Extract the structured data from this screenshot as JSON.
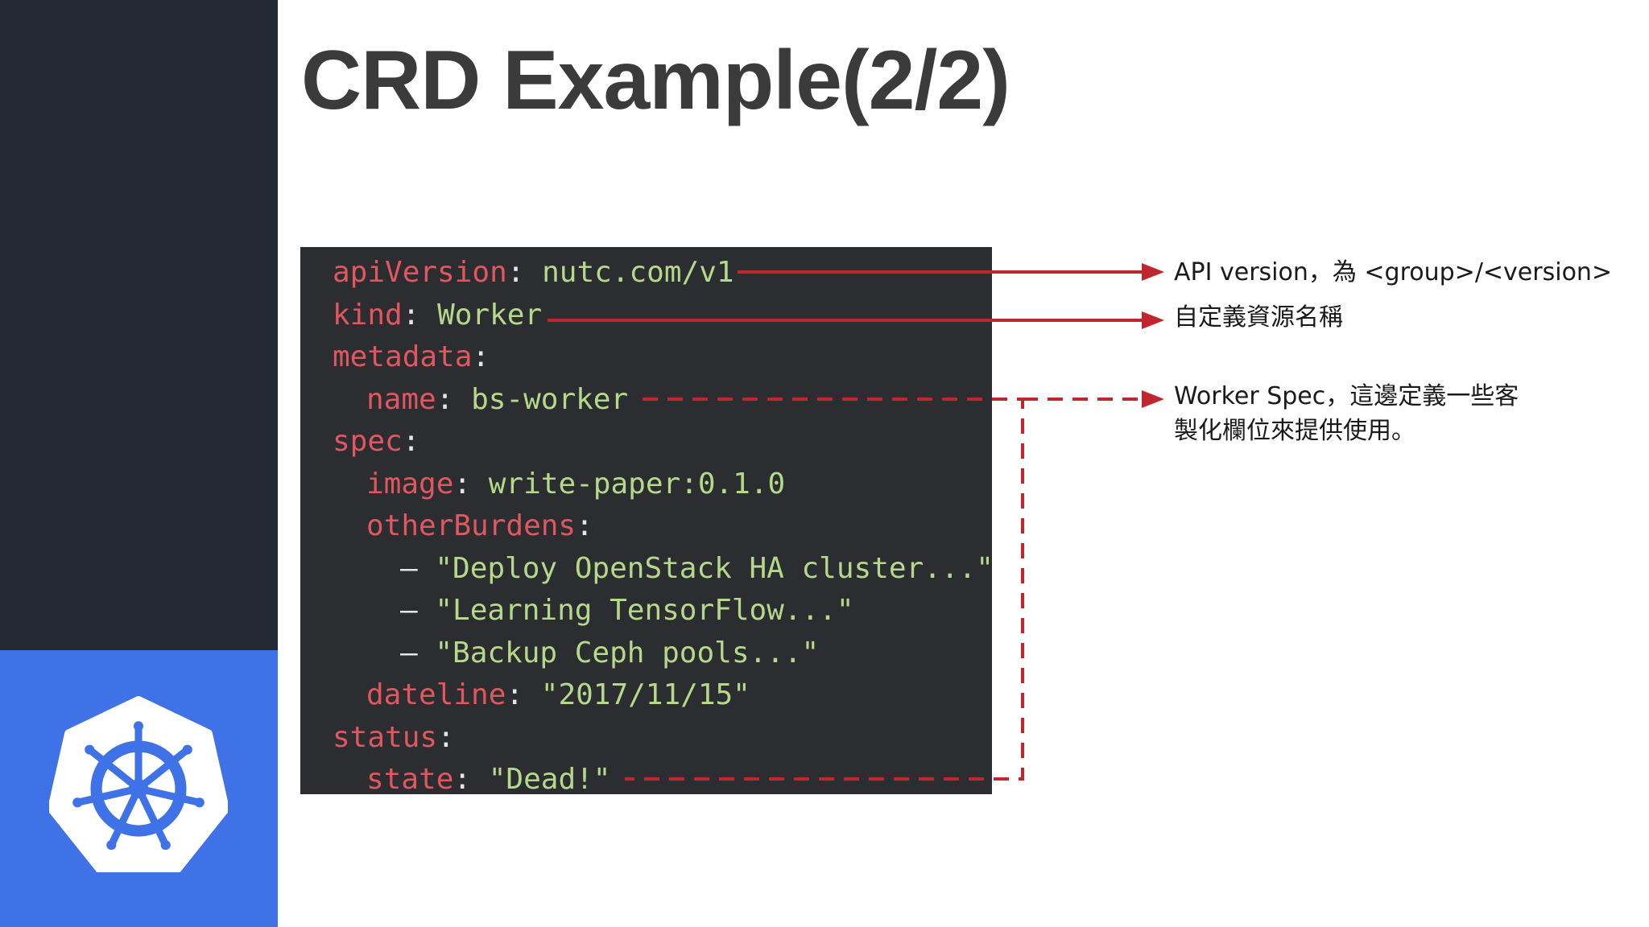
{
  "slide": {
    "title": "CRD Example(2/2)"
  },
  "code": {
    "apiVersion_key": "apiVersion",
    "apiVersion_val": "nutc.com/v1",
    "kind_key": "kind",
    "kind_val": "Worker",
    "metadata_key": "metadata",
    "name_key": "name",
    "name_val": "bs-worker",
    "spec_key": "spec",
    "image_key": "image",
    "image_val": "write-paper:0.1.0",
    "otherBurdens_key": "otherBurdens",
    "burdens": [
      "\"Deploy OpenStack HA cluster...\"",
      "\"Learning TensorFlow...\"",
      "\"Backup Ceph pools...\""
    ],
    "dateline_key": "dateline",
    "dateline_val": "\"2017/11/15\"",
    "status_key": "status",
    "state_key": "state",
    "state_val": "\"Dead!\"",
    "colon": ":",
    "dash": "– "
  },
  "annotations": {
    "api_version": "API version，為 <group>/<version>",
    "kind": "自定義資源名稱",
    "spec_line1": "Worker Spec，這邊定義一些客",
    "spec_line2": "製化欄位來提供使用。"
  },
  "colors": {
    "sidebar_dark": "#232a33",
    "sidebar_blue": "#3f72e6",
    "code_bg": "#2c2d31",
    "yaml_key": "#e0575f",
    "yaml_value": "#b5d98a",
    "arrow": "#c0262d"
  },
  "icons": {
    "logo": "kubernetes-helm-wheel-icon"
  }
}
